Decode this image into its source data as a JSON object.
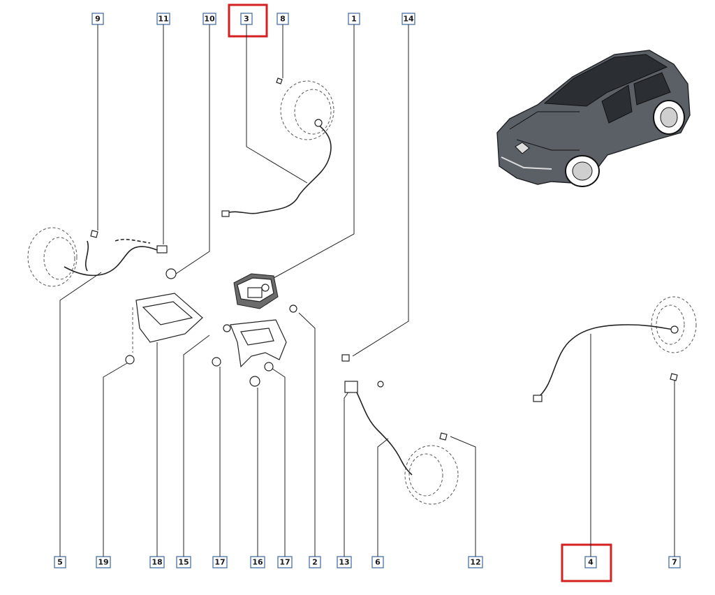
{
  "callouts": {
    "top": [
      "9",
      "11",
      "10",
      "3",
      "8",
      "1",
      "14"
    ],
    "bottom": [
      "5",
      "19",
      "18",
      "15",
      "17",
      "16",
      "17",
      "2",
      "13",
      "6",
      "12",
      "4",
      "7"
    ]
  },
  "highlighted": [
    "3",
    "4"
  ],
  "colors": {
    "callout_border": "#4a6fa5",
    "highlight": "#d61f1f",
    "car_body": "#5b5f66"
  }
}
